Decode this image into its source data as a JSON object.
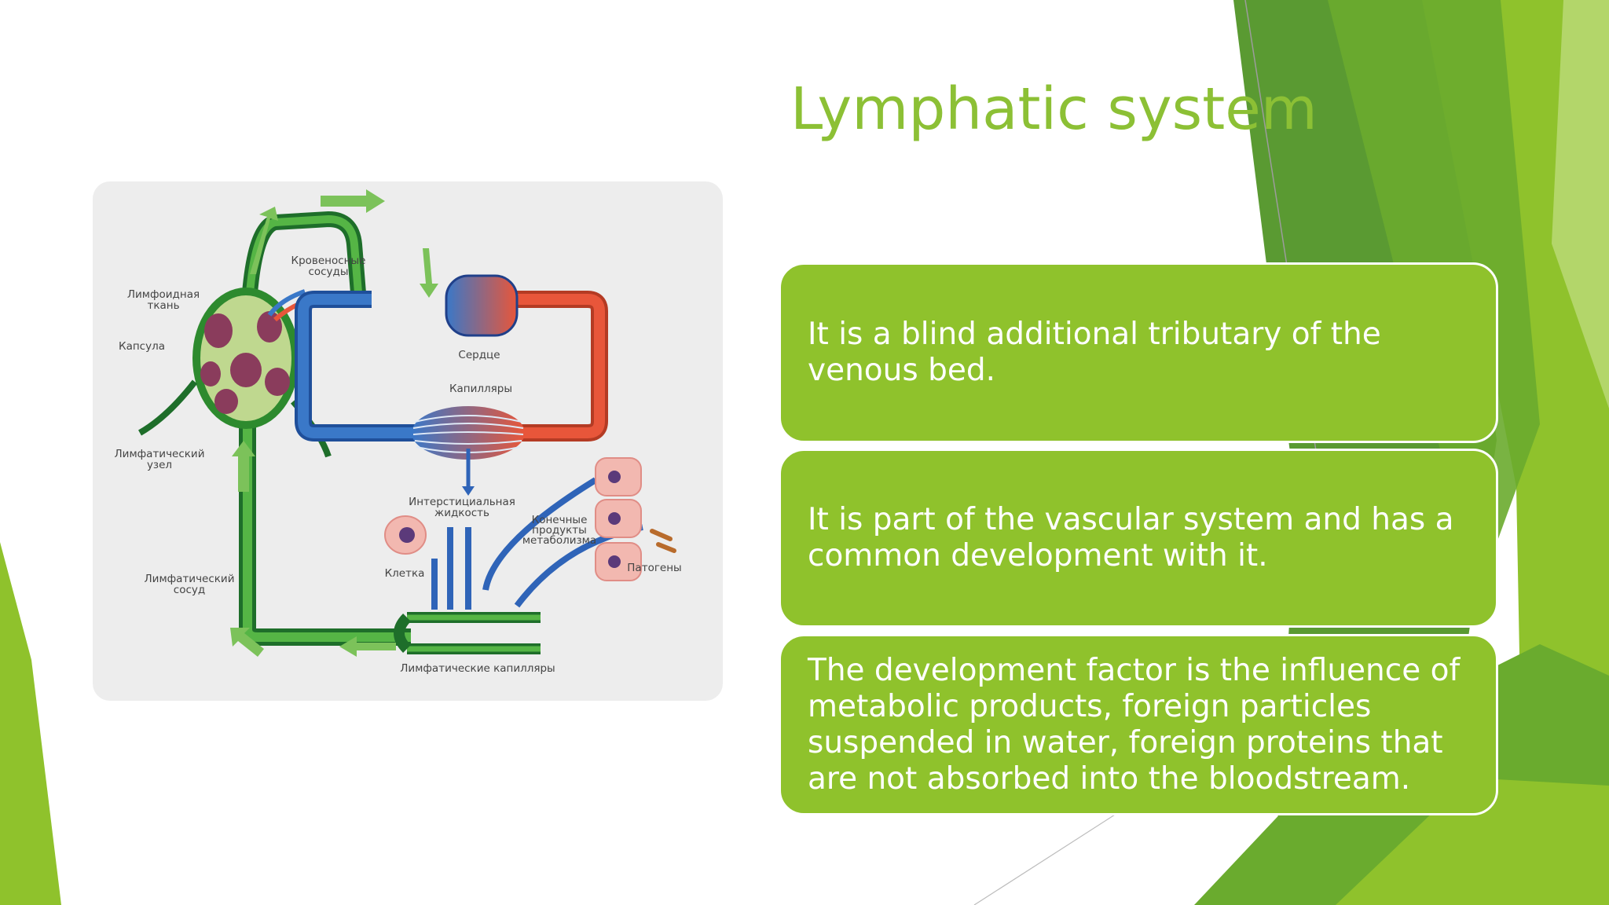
{
  "slide": {
    "title": "Lymphatic system",
    "bullets": [
      "It is a blind additional tributary of the venous bed.",
      "It is part of the vascular system and has a common development with it.",
      "The development factor is the influence of metabolic products, foreign particles suspended in water, foreign proteins that are not absorbed into the bloodstream."
    ]
  },
  "diagram": {
    "labels": {
      "blood_vessels": [
        "Кровеносные",
        "сосуды"
      ],
      "lymphoid_tissue": [
        "Лимфоидная",
        "ткань"
      ],
      "capsule": "Капсула",
      "heart": "Сердце",
      "capillaries": "Капилляры",
      "lymph_node": [
        "Лимфатический",
        "узел"
      ],
      "interstitial_fluid": [
        "Интерстициальная",
        "жидкость"
      ],
      "metabolic_products": [
        "Конечные",
        "продукты",
        "метаболизма"
      ],
      "cell": "Клетка",
      "pathogens": "Патогены",
      "lymph_vessel": [
        "Лимфатический",
        "сосуд"
      ],
      "lymph_capillaries": "Лимфатические капилляры"
    }
  },
  "colors": {
    "accent_green": "#8fc22c",
    "title_green": "#8cc035",
    "dark_green": "#5a9a32",
    "vein_blue": "#3a78c8",
    "artery_red": "#e8563a",
    "lymph_green": "#3d9b35"
  }
}
